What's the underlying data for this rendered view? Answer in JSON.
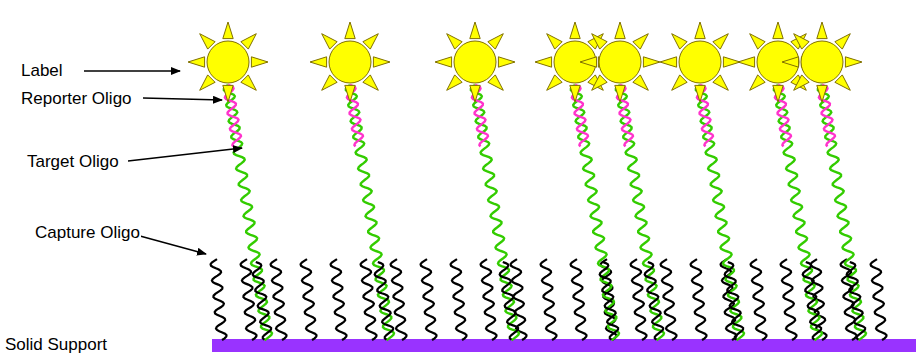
{
  "diagram": {
    "labels": [
      "Label",
      "Reporter Oligo",
      "Target Oligo",
      "Capture Oligo",
      "Solid Support"
    ]
  }
}
